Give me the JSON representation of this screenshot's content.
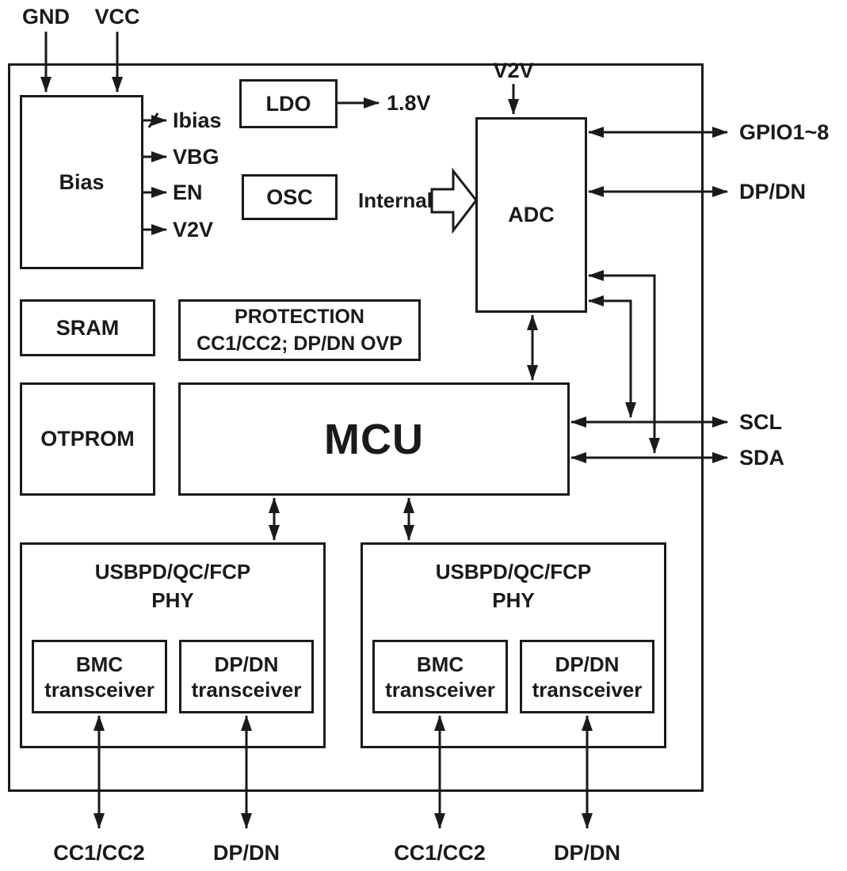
{
  "pins": {
    "gnd": "GND",
    "vcc": "VCC",
    "bias_outputs": [
      "Ibias",
      "VBG",
      "EN",
      "V2V"
    ],
    "ldo_out": "1.8V",
    "v2v_adc": "V2V",
    "gpio": "GPIO1~8",
    "dpdn_right": "DP/DN",
    "scl": "SCL",
    "sda": "SDA",
    "bottom": [
      "CC1/CC2",
      "DP/DN",
      "CC1/CC2",
      "DP/DN"
    ]
  },
  "blocks": {
    "bias": "Bias",
    "ldo": "LDO",
    "osc": "OSC",
    "adc": "ADC",
    "sram": "SRAM",
    "protection_title": "PROTECTION",
    "protection_sub": "CC1/CC2; DP/DN OVP",
    "otprom": "OTPROM",
    "mcu": "MCU",
    "phy_title": "USBPD/QC/FCP",
    "phy_sub": "PHY",
    "bmc": "BMC",
    "transceiver": "transceiver",
    "dpdn": "DP/DN"
  },
  "annotations": {
    "internal": "Internal"
  },
  "colors": {
    "line": "#1a1a1a",
    "background": "#ffffff"
  }
}
